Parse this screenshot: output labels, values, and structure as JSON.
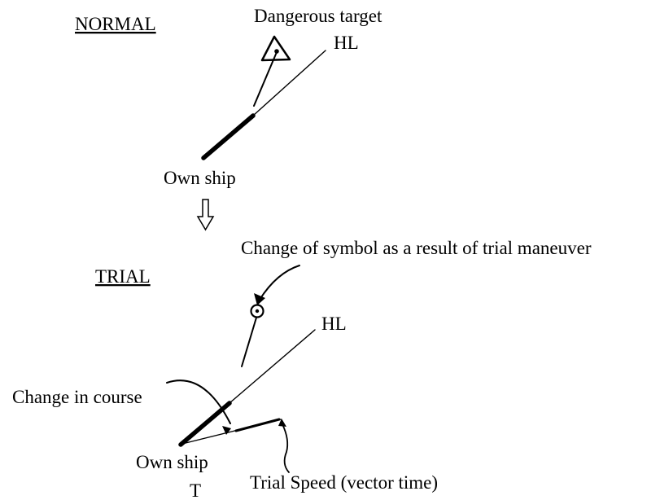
{
  "normal": {
    "heading": "NORMAL",
    "target_label": "Dangerous target",
    "hl_label": "HL",
    "own_ship_label": "Own ship"
  },
  "trial": {
    "heading": "TRIAL",
    "symbol_change_label": "Change of symbol as a result of trial maneuver",
    "hl_label": "HL",
    "course_change_label": "Change in course",
    "own_ship_label": "Own ship",
    "t_label": "T",
    "trial_speed_label": "Trial Speed (vector time)"
  },
  "colors": {
    "line": "#000000",
    "background": "#ffffff"
  },
  "icons": {
    "dangerous_target": "triangle-with-dot",
    "trial_target": "circle-with-dot",
    "transition": "hollow-down-arrow"
  }
}
